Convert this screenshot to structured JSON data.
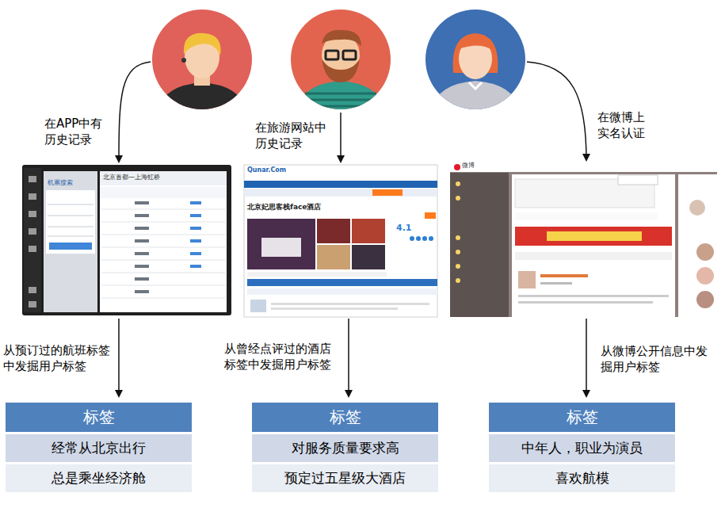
{
  "diagram": {
    "nodes": [
      {
        "text": [
          "标签"
        ]
      },
      {
        "text": [
          "经常从北京出行"
        ]
      },
      {
        "text": [
          "总是乘坐经济舱"
        ]
      },
      {
        "text": [
          "标签"
        ]
      },
      {
        "text": [
          "对服务质量要求高"
        ]
      },
      {
        "text": [
          "预定过五星级大酒店"
        ]
      },
      {
        "text": [
          "标签"
        ]
      },
      {
        "text": [
          "中年人，职业为演员"
        ]
      },
      {
        "text": [
          "喜欢航模"
        ]
      }
    ],
    "labels": [
      "在APP中有历史记录",
      "在旅游网站中历史记录",
      "在微博上实名认证",
      "机票搜索",
      "北京首都—上海虹桥",
      "Qunar.Com",
      "北京妃思客栈face酒店",
      "4.1",
      "微博",
      "从预订过的航班标签中发掘用户标签",
      "从曾经点评过的酒店标签中发掘用户标签",
      "从微博公开信息中发掘用户标签"
    ]
  }
}
